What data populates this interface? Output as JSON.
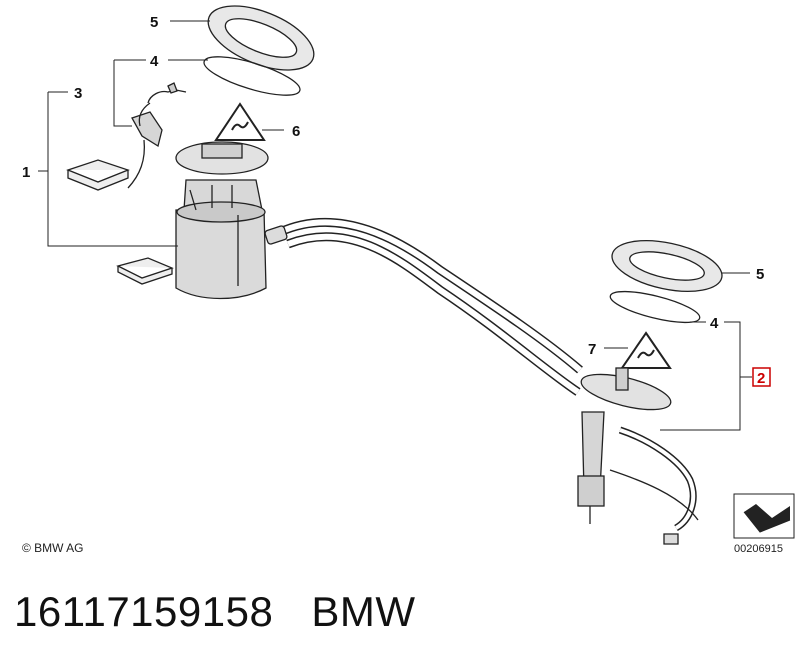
{
  "callouts": {
    "c1": "1",
    "c2": "2",
    "c3": "3",
    "c4_top": "4",
    "c4_right": "4",
    "c5_top": "5",
    "c5_right": "5",
    "c6": "6",
    "c7": "7"
  },
  "highlight_color": "#cc0000",
  "copyright": "© BMW AG",
  "diagram_id": "00206915",
  "footer": {
    "part_number": "16117159158",
    "brand": "BMW"
  },
  "icons": [
    "warning-triangle-icon",
    "navigation-arrow-icon"
  ]
}
